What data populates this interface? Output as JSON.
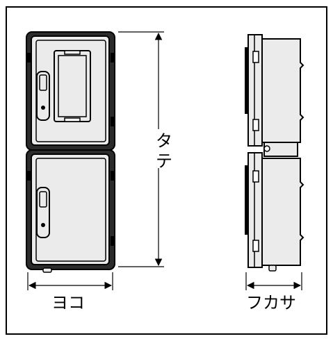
{
  "dimensions": {
    "height_label": "タテ",
    "width_label": "ヨコ",
    "depth_label": "フカサ"
  },
  "colors": {
    "line": "#000000",
    "panel": "#ebebeb",
    "background": "#ffffff"
  }
}
